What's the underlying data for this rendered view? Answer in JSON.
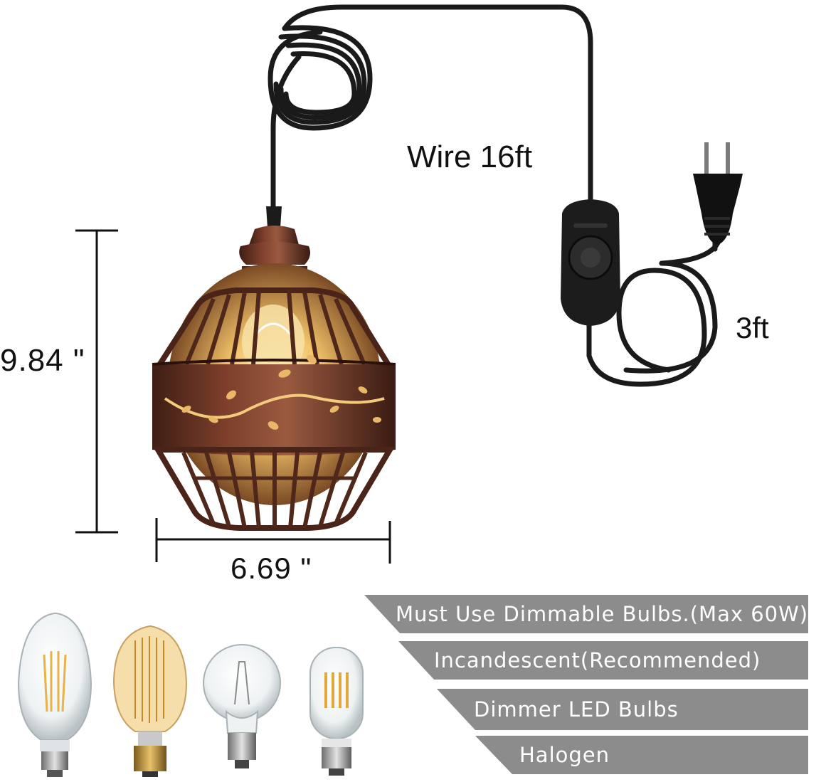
{
  "dimensions": {
    "wire_length": "Wire 16ft",
    "plug_cord_length": "3ft",
    "height": "9.84 \"",
    "width": "6.69 \""
  },
  "bulb_notes": [
    "Must Use Dimmable Bulbs.(Max 60W)",
    "Incandescent(Recommended)",
    "Dimmer LED Bulbs",
    "Halogen"
  ],
  "colors": {
    "banner_gray": "#8c8c8c",
    "shade_copper": "#6a3424",
    "cord_black": "#1a1a1a"
  }
}
